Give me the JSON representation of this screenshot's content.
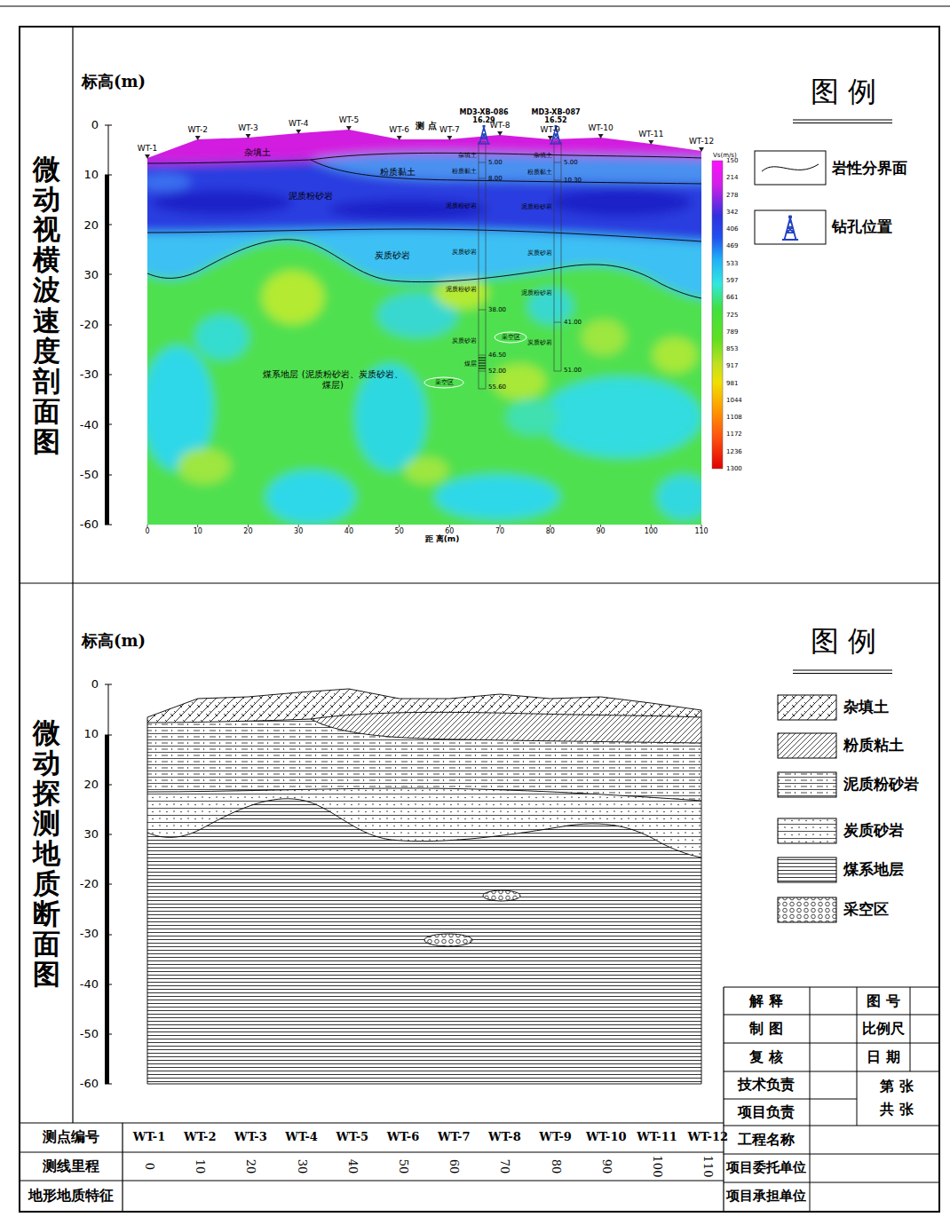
{
  "diagram": {
    "nodes": [
      {
        "text": [
          "微动视横波速度剖面图"
        ]
      },
      {
        "text": [
          "微动探测地质断面图"
        ]
      }
    ],
    "labels": [
      "标高(m)",
      "0",
      "10",
      "20",
      "30",
      "-20",
      "-30",
      "-40",
      "-50",
      "-60",
      "测 点",
      "WT-1",
      "WT-2",
      "WT-3",
      "WT-4",
      "WT-5",
      "WT-6",
      "WT-7",
      "WT-8",
      "WT-9",
      "WT-10",
      "WT-11",
      "WT-12",
      "MD3-XB-086",
      "16.29",
      "MD3-XB-087",
      "16.52",
      "杂填土",
      "粉质黏土",
      "泥质粉砂岩",
      "炭质砂岩",
      "煤系地层 (泥质粉砂岩、炭质砂岩、煤层)",
      "采空区",
      "采空区",
      "杂填土",
      "粉质黏土",
      "泥质粉砂岩",
      "炭质砂岩",
      "泥质粉砂岩",
      "炭质砂岩",
      "煤层",
      "5.00",
      "8.00",
      "38.00",
      "46.50",
      "52.00",
      "55.60",
      "杂填土",
      "粉质黏土",
      "泥质粉砂岩",
      "炭质砂岩",
      "泥质粉砂岩",
      "炭质砂岩",
      "5.00",
      "10.30",
      "41.00",
      "51.00",
      "0",
      "10",
      "20",
      "30",
      "40",
      "50",
      "60",
      "70",
      "80",
      "90",
      "100",
      "110",
      "距 离(m)",
      "Vs(m/s)",
      "150",
      "214",
      "278",
      "342",
      "406",
      "469",
      "533",
      "597",
      "661",
      "725",
      "789",
      "853",
      "917",
      "981",
      "1044",
      "1108",
      "1172",
      "1236",
      "1300",
      "图 例",
      "标高(m)",
      "0",
      "10",
      "20",
      "30",
      "-20",
      "-30",
      "-40",
      "-50",
      "-60",
      "图 例",
      "解 释",
      "制 图",
      "复 核",
      "技术负责",
      "项目负责",
      "图 号",
      "比例尺",
      "日 期",
      "第 张",
      "共 张",
      "工程名称",
      "项目委托单位",
      "项目承担单位",
      "测点编号",
      "测线里程",
      "地形地质特征",
      "WT-1",
      "WT-2",
      "WT-3",
      "WT-4",
      "WT-5",
      "WT-6",
      "WT-7",
      "WT-8",
      "WT-9",
      "WT-10",
      "WT-11",
      "WT-12",
      "0",
      "10",
      "20",
      "30",
      "40",
      "50",
      "60",
      "70",
      "80",
      "90",
      "100",
      "110"
    ],
    "legend": [
      {
        "text": "岩性分界面"
      },
      {
        "text": "钻孔位置"
      },
      {
        "text": "杂填土"
      },
      {
        "text": "粉质粘土"
      },
      {
        "text": "泥质粉砂岩"
      },
      {
        "text": "炭质砂岩"
      },
      {
        "text": "煤系地层"
      },
      {
        "text": "采空区"
      }
    ]
  }
}
